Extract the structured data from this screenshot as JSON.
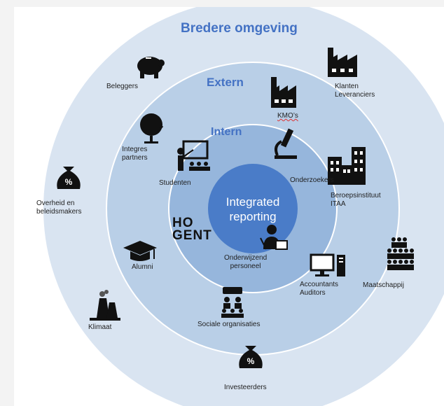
{
  "rings": {
    "outer_title": "Bredere omgeving",
    "middle_title": "Extern",
    "inner_title": "Intern",
    "center_text": "Integrated\nreporting"
  },
  "logo_text": "HO\nGENT",
  "stakeholders": {
    "beleggers": "Beleggers",
    "klanten": "Klanten\nLeveranciers",
    "kmos": "KMO’s",
    "integres": "Integres\npartners",
    "studenten": "Studenten",
    "onderzoekers": "Onderzoekers",
    "beroepsinstituut": "Beroepsinstituut\nITAA",
    "overheid": "Overheid en\nbeleidsmakers",
    "maatschappij": "Maatschappij",
    "alumni": "Alumni",
    "onderwijzend": "Onderwijzend\npersoneel",
    "accountants": "Accountants\nAuditors",
    "klimaat": "Klimaat",
    "sociale": "Sociale organisaties",
    "investeerders": "Investeerders"
  },
  "icons": {
    "piggy": "piggy-bank-icon",
    "factory": "factory-icon",
    "globe": "globe-icon",
    "teacher": "teacher-board-icon",
    "microscope": "microscope-icon",
    "buildings": "office-buildings-icon",
    "moneybag": "money-bag-icon",
    "people": "crowd-icon",
    "cap": "graduation-cap-icon",
    "lecturer": "lecturer-icon",
    "computer": "computer-icon",
    "plant": "power-plant-icon",
    "community": "community-icon"
  },
  "colors": {
    "outer_ring": "#d9e4f1",
    "middle_ring": "#b9cfe7",
    "inner_ring": "#96b6dc",
    "center": "#4a7cc8",
    "ring_border": "#ffffff",
    "title": "#4472c4"
  }
}
